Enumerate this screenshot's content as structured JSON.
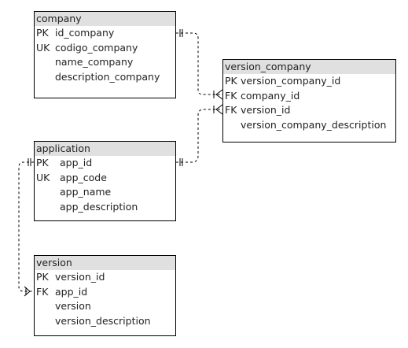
{
  "tables": {
    "company": {
      "title": "company",
      "fields": [
        {
          "key": "PK",
          "name": "id_company"
        },
        {
          "key": "UK",
          "name": "codigo_company"
        },
        {
          "key": "",
          "name": "name_company"
        },
        {
          "key": "",
          "name": "description_company"
        }
      ]
    },
    "version_company": {
      "title": "version_company",
      "fields": [
        {
          "key": "PK",
          "name": "version_company_id"
        },
        {
          "key": "FK",
          "name": "company_id"
        },
        {
          "key": "FK",
          "name": "version_id"
        },
        {
          "key": "",
          "name": "version_company_description"
        }
      ]
    },
    "application": {
      "title": "application",
      "fields": [
        {
          "key": "PK",
          "name": "app_id"
        },
        {
          "key": "UK",
          "name": "app_code"
        },
        {
          "key": "",
          "name": "app_name"
        },
        {
          "key": "",
          "name": "app_description"
        }
      ]
    },
    "version": {
      "title": "version",
      "fields": [
        {
          "key": "PK",
          "name": "version_id"
        },
        {
          "key": "FK",
          "name": "app_id"
        },
        {
          "key": "",
          "name": "version"
        },
        {
          "key": "",
          "name": "version_description"
        }
      ]
    }
  },
  "colors": {
    "header_bg": "#e0e0e0",
    "border": "#000000",
    "line": "#000000"
  }
}
